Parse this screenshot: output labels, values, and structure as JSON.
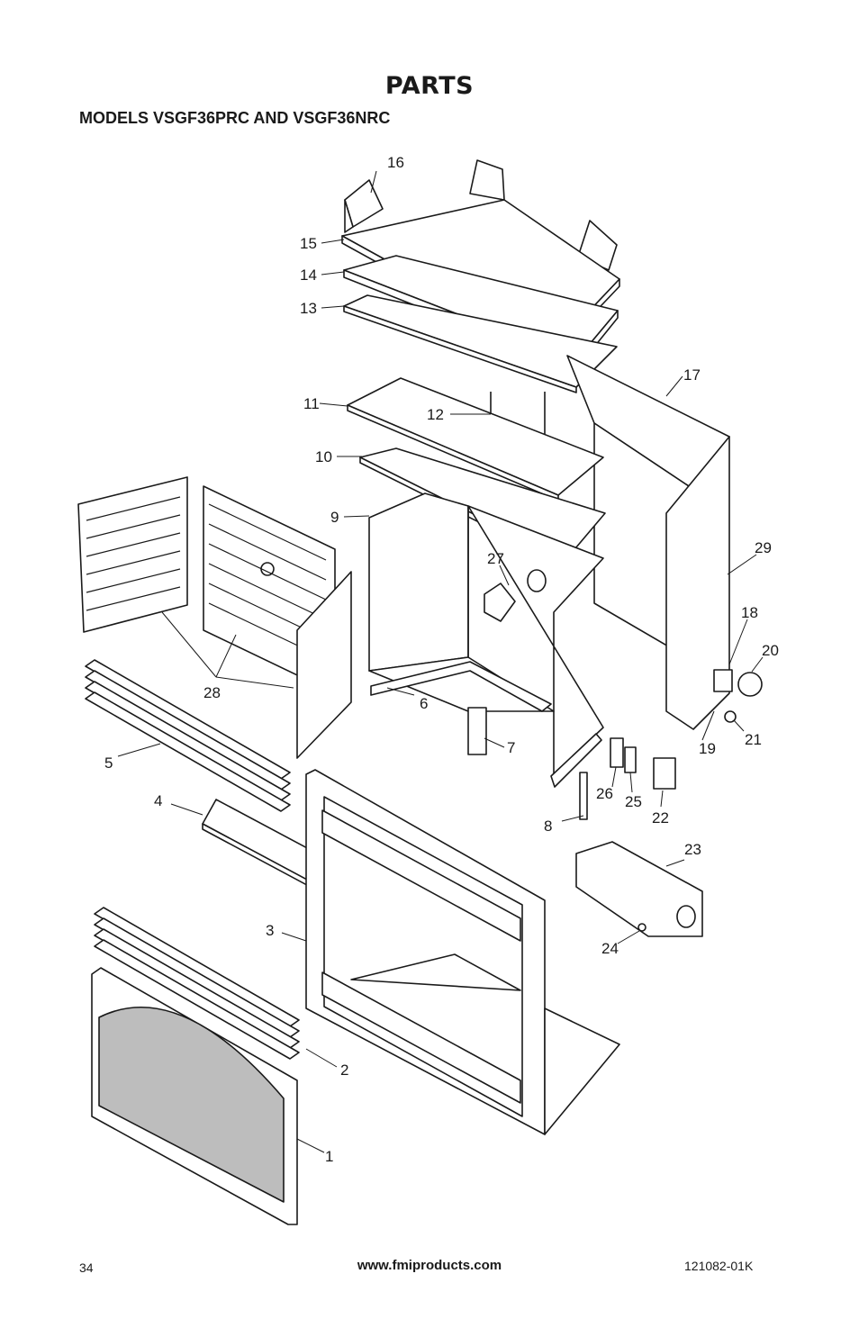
{
  "header": {
    "title": "PARTS",
    "subtitle": "MODELS VSGF36PRC AND VSGF36NRC"
  },
  "callouts": [
    "1",
    "2",
    "3",
    "4",
    "5",
    "6",
    "7",
    "8",
    "9",
    "10",
    "11",
    "12",
    "13",
    "14",
    "15",
    "16",
    "17",
    "18",
    "19",
    "20",
    "21",
    "22",
    "23",
    "24",
    "25",
    "26",
    "27",
    "28",
    "29"
  ],
  "footer": {
    "page_number": "34",
    "website": "www.fmiproducts.com",
    "doc_number": "121082-01K"
  }
}
